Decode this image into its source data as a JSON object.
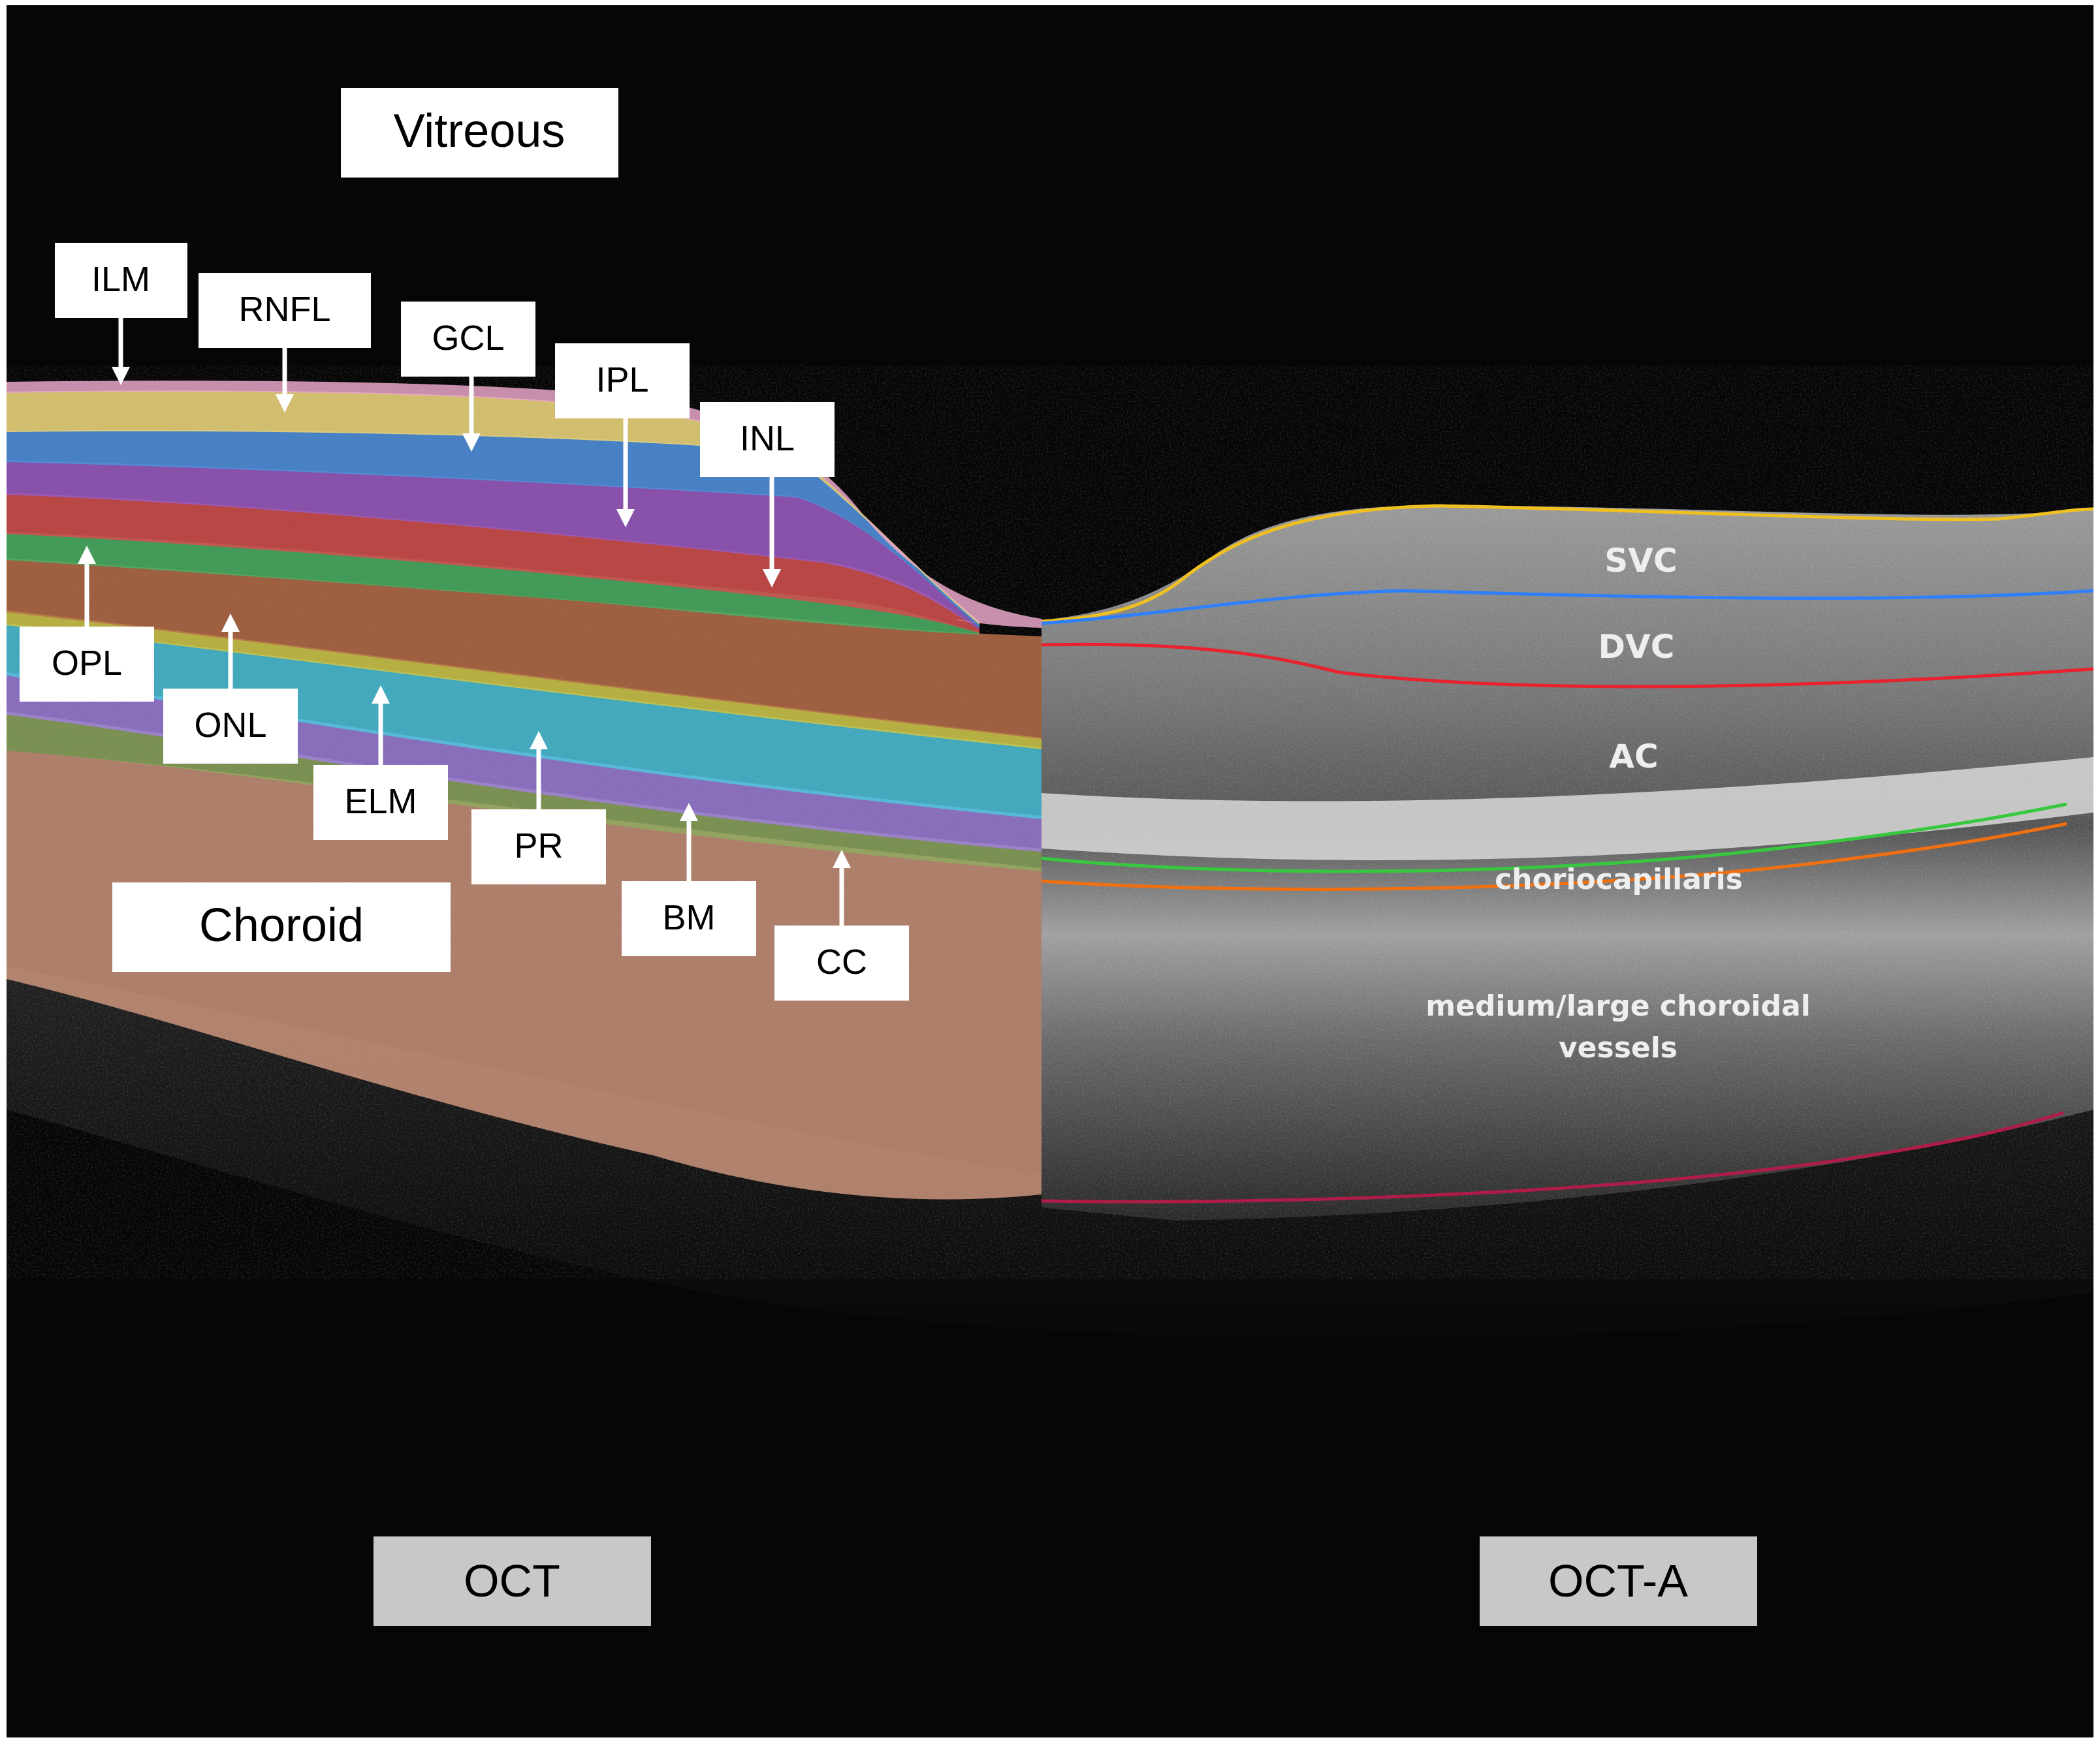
{
  "vitreous_label": "Vitreous",
  "choroid_label": "Choroid",
  "oct_layer_labels": {
    "ilm": "ILM",
    "rnfl": "RNFL",
    "gcl": "GCL",
    "ipl": "IPL",
    "inl": "INL",
    "opl": "OPL",
    "onl": "ONL",
    "elm": "ELM",
    "pr": "PR",
    "bm": "BM",
    "cc": "CC"
  },
  "octa_labels": {
    "svc": "SVC",
    "dvc": "DVC",
    "ac": "AC",
    "choriocapillaris": "choriocapillaris",
    "choroidal_vessels_line1": "medium/large choroidal",
    "choroidal_vessels_line2": "vessels"
  },
  "panel_labels": {
    "oct": "OCT",
    "octa": "OCT-A"
  },
  "colors": {
    "ilm": "#e9a7c8",
    "rnfl": "#e8d27a",
    "gcl": "#4f8fd8",
    "ipl": "#9a5cc0",
    "inl": "#d0504f",
    "opl": "#4cae64",
    "onl": "#b8704a",
    "elm": "#c9c24a",
    "pr": "#4fc6dc",
    "rpe": "#a080dc",
    "bm": "#8fa860",
    "choroid": "#d29a80",
    "svc_line": "#f0c020",
    "svc_dvc_line": "#2f80ff",
    "dvc_ac_line": "#e8222e",
    "ac_cc_line": "#38c840",
    "cc_lower_line": "#f07010",
    "choroid_lower_line": "#b01c48"
  }
}
